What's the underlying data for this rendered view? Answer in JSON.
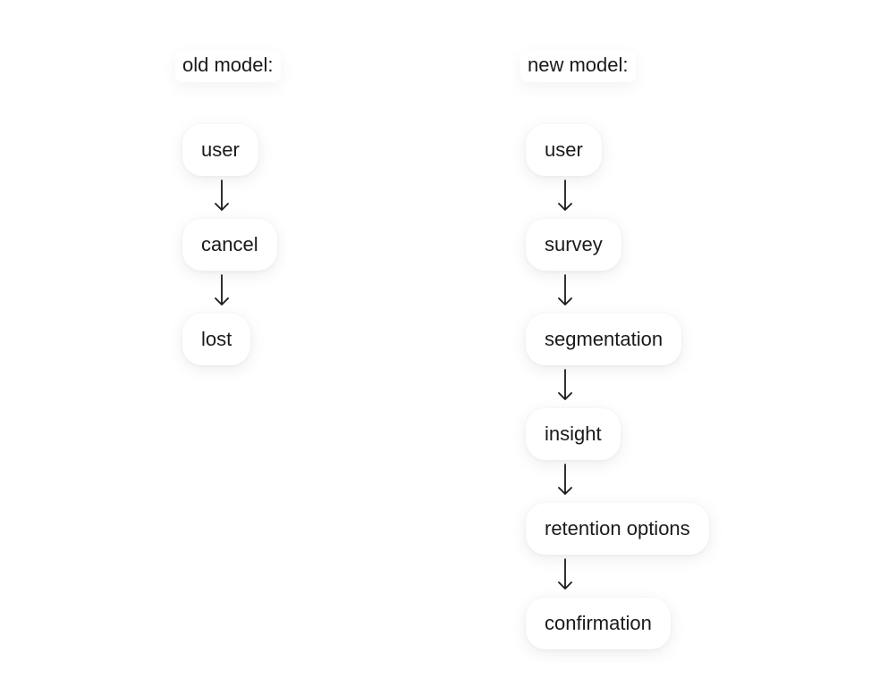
{
  "old_model": {
    "heading": "old model:",
    "steps": [
      "user",
      "cancel",
      "lost"
    ]
  },
  "new_model": {
    "heading": "new model:",
    "steps": [
      "user",
      "survey",
      "segmentation",
      "insight",
      "retention options",
      "confirmation"
    ]
  },
  "colors": {
    "background": "#ffffff",
    "text": "#1a1a1a",
    "arrow": "#1a1a1a"
  }
}
